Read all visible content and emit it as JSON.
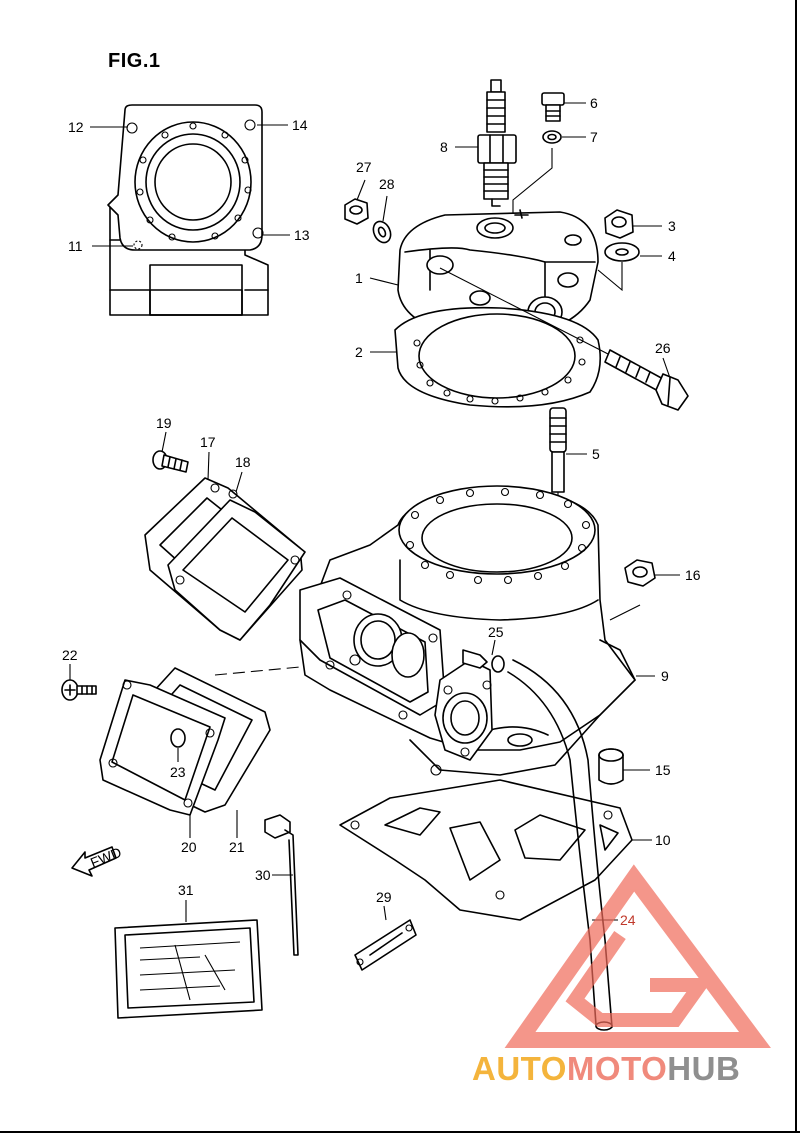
{
  "figure": {
    "title": "FIG.1"
  },
  "callouts": [
    {
      "id": "p1",
      "label": "1"
    },
    {
      "id": "p2",
      "label": "2"
    },
    {
      "id": "p3",
      "label": "3"
    },
    {
      "id": "p4",
      "label": "4"
    },
    {
      "id": "p5",
      "label": "5"
    },
    {
      "id": "p6",
      "label": "6"
    },
    {
      "id": "p7",
      "label": "7"
    },
    {
      "id": "p8",
      "label": "8"
    },
    {
      "id": "p9",
      "label": "9"
    },
    {
      "id": "p10",
      "label": "10"
    },
    {
      "id": "p11",
      "label": "11"
    },
    {
      "id": "p12",
      "label": "12"
    },
    {
      "id": "p13",
      "label": "13"
    },
    {
      "id": "p14",
      "label": "14"
    },
    {
      "id": "p15",
      "label": "15"
    },
    {
      "id": "p16",
      "label": "16"
    },
    {
      "id": "p17",
      "label": "17"
    },
    {
      "id": "p18",
      "label": "18"
    },
    {
      "id": "p19",
      "label": "19"
    },
    {
      "id": "p20",
      "label": "20"
    },
    {
      "id": "p21",
      "label": "21"
    },
    {
      "id": "p22",
      "label": "22"
    },
    {
      "id": "p23",
      "label": "23"
    },
    {
      "id": "p24",
      "label": "24"
    },
    {
      "id": "p25",
      "label": "25"
    },
    {
      "id": "p26",
      "label": "26"
    },
    {
      "id": "p27",
      "label": "27"
    },
    {
      "id": "p28",
      "label": "28"
    },
    {
      "id": "p29",
      "label": "29"
    },
    {
      "id": "p30",
      "label": "30"
    },
    {
      "id": "p31",
      "label": "31"
    }
  ],
  "direction_marker": {
    "text": "FWD"
  },
  "watermark": {
    "part1": "AUTO",
    "part2": "MOTO",
    "part3": "HUB",
    "colors": {
      "part1": "#f4b43c",
      "part2": "#f08a7c",
      "part3": "#8f8f8f",
      "logo": "#f06a5a"
    }
  }
}
